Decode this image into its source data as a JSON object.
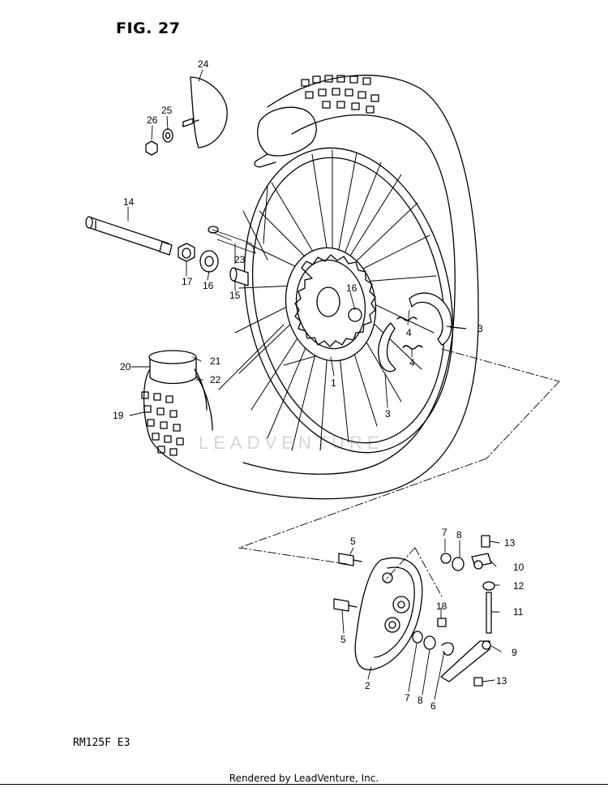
{
  "figure": {
    "title": "FIG. 27",
    "model_code": "RM125F  E3",
    "footer": "Rendered by LeadVenture, Inc.",
    "watermark": "LEADVENTURE"
  },
  "callouts": [
    {
      "id": "c24",
      "label": "24"
    },
    {
      "id": "c25",
      "label": "25"
    },
    {
      "id": "c26",
      "label": "26"
    },
    {
      "id": "c14",
      "label": "14"
    },
    {
      "id": "c23",
      "label": "23"
    },
    {
      "id": "c17",
      "label": "17"
    },
    {
      "id": "c16a",
      "label": "16"
    },
    {
      "id": "c15",
      "label": "15"
    },
    {
      "id": "c16b",
      "label": "16"
    },
    {
      "id": "c4a",
      "label": "4"
    },
    {
      "id": "c3a",
      "label": "3"
    },
    {
      "id": "c4b",
      "label": "4"
    },
    {
      "id": "c20",
      "label": "20"
    },
    {
      "id": "c21",
      "label": "21"
    },
    {
      "id": "c22",
      "label": "22"
    },
    {
      "id": "c1",
      "label": "1"
    },
    {
      "id": "c3b",
      "label": "3"
    },
    {
      "id": "c19",
      "label": "19"
    },
    {
      "id": "c5a",
      "label": "5"
    },
    {
      "id": "c7a",
      "label": "7"
    },
    {
      "id": "c8a",
      "label": "8"
    },
    {
      "id": "c13a",
      "label": "13"
    },
    {
      "id": "c10",
      "label": "10"
    },
    {
      "id": "c12",
      "label": "12"
    },
    {
      "id": "c18",
      "label": "18"
    },
    {
      "id": "c11",
      "label": "11"
    },
    {
      "id": "c5b",
      "label": "5"
    },
    {
      "id": "c9",
      "label": "9"
    },
    {
      "id": "c13b",
      "label": "13"
    },
    {
      "id": "c2",
      "label": "2"
    },
    {
      "id": "c7b",
      "label": "7"
    },
    {
      "id": "c8b",
      "label": "8"
    },
    {
      "id": "c6",
      "label": "6"
    }
  ]
}
